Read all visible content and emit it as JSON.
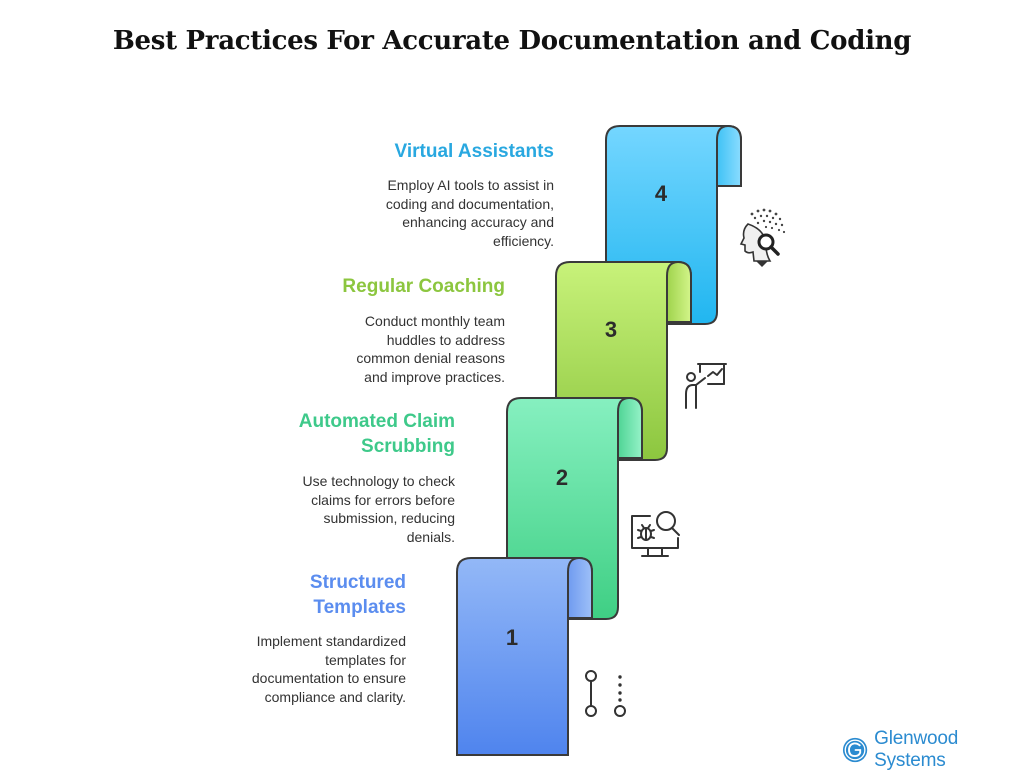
{
  "title": "Best Practices For Accurate Documentation and Coding",
  "steps": [
    {
      "number": "1",
      "heading_lines": [
        "Structured",
        "Templates"
      ],
      "description_lines": [
        "Implement standardized",
        "templates for",
        "documentation to ensure",
        "compliance and clarity."
      ],
      "color": "#5b8def",
      "icon": "workflow-icon"
    },
    {
      "number": "2",
      "heading_lines": [
        "Automated Claim",
        "Scrubbing"
      ],
      "description_lines": [
        "Use technology to check",
        "claims for errors before",
        "submission, reducing",
        "denials."
      ],
      "color": "#3ec98a",
      "icon": "bug-search-icon"
    },
    {
      "number": "3",
      "heading_lines": [
        "Regular Coaching"
      ],
      "description_lines": [
        "Conduct monthly team",
        "huddles to address",
        "common denial reasons",
        "and improve practices."
      ],
      "color": "#8cc63f",
      "icon": "presenter-icon"
    },
    {
      "number": "4",
      "heading_lines": [
        "Virtual Assistants"
      ],
      "description_lines": [
        "Employ AI tools to assist in",
        "coding and documentation,",
        "enhancing accuracy and",
        "efficiency."
      ],
      "color": "#29a8e0",
      "icon": "ai-head-icon"
    }
  ],
  "brand": {
    "name": "Glenwood Systems",
    "color": "#2b8bd0",
    "icon": "glenwood-logo-icon"
  }
}
